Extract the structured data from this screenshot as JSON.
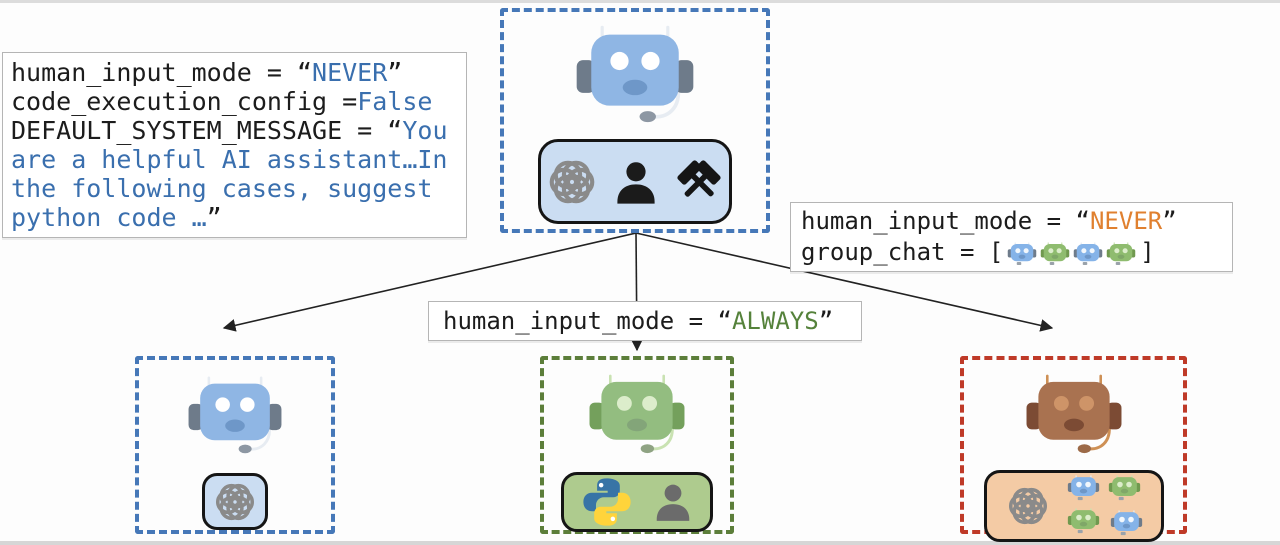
{
  "colors": {
    "code_text": "#1C1C1C",
    "code_blue": "#3A6FAE",
    "code_orange": "#E0802F",
    "code_green": "#55823B",
    "border_blue": "#4678B8",
    "border_green": "#5C7E3A",
    "border_red": "#BF3A28",
    "panel_blue": "#CBDDF2",
    "panel_green": "#AECB8E",
    "panel_peach": "#F4CBA5",
    "codebox_border": "#B5B5B5",
    "arrow": "#222222",
    "robots": {
      "blue": {
        "face": "#8FB6E4",
        "ear": "#6E7B8A",
        "eye": "#FFFFFF",
        "mouth": "#6E97C8",
        "band": "#E7ECF2",
        "mic": "#8D97A3"
      },
      "green": {
        "face": "#93BD80",
        "ear": "#74A05C",
        "eye": "#DCEDCB",
        "mouth": "#83A579",
        "band": "#C9E2B2",
        "mic": "#8FA383"
      },
      "brown": {
        "face": "#A97250",
        "ear": "#7C4B34",
        "eye": "#CE9468",
        "mouth": "#7C4B34",
        "band": "#CE9055",
        "mic": "#9C6A48"
      },
      "mini_blue": {
        "face": "#85B3E8",
        "ear": "#6E7B8A",
        "eye": "#F2F7FC",
        "mouth": "#6E97C8",
        "band": "#E7ECF2",
        "mic": "#9AA2AA"
      },
      "mini_green": {
        "face": "#8FBC6F",
        "ear": "#70994F",
        "eye": "#DCEDCB",
        "mouth": "#7FA768",
        "band": "#C9E2B2",
        "mic": "#9AA2AA"
      }
    }
  },
  "icons": {
    "openai_gray": "#8A8A8A",
    "person_black": "#1B1B1B",
    "person_gray": "#6B6B6B",
    "hammers_black": "#151515",
    "python_blue": "#3874A6",
    "python_yellow": "#FFD43B"
  },
  "left_config": {
    "lines": [
      [
        {
          "t": "human_input_mode = “"
        },
        {
          "t": "NEVER",
          "c": "blue"
        },
        {
          "t": "”"
        }
      ],
      [
        {
          "t": "code_execution_config = "
        },
        {
          "t": "False",
          "c": "blue"
        }
      ],
      [
        {
          "t": "DEFAULT_SYSTEM_MESSAGE = “"
        },
        {
          "t": "You",
          "c": "blue"
        }
      ],
      [
        {
          "t": "are a helpful AI assistant…In",
          "c": "blue"
        }
      ],
      [
        {
          "t": "the following cases, suggest",
          "c": "blue"
        }
      ],
      [
        {
          "t": "python code …",
          "c": "blue"
        },
        {
          "t": "”"
        }
      ]
    ]
  },
  "right_config": {
    "line1": [
      {
        "t": "human_input_mode = “"
      },
      {
        "t": "NEVER",
        "c": "orange"
      },
      {
        "t": "”"
      }
    ],
    "line2_pre": "group_chat = [",
    "line2_post": "]",
    "group_robots": [
      "mini_blue",
      "mini_green",
      "mini_blue",
      "mini_green"
    ]
  },
  "center_label": [
    {
      "t": "human_input_mode = “"
    },
    {
      "t": "ALWAYS",
      "c": "green"
    },
    {
      "t": "”"
    }
  ],
  "top_agent": {
    "robot": "blue",
    "panel_icons": [
      "openai-logo",
      "human-user",
      "crossed-hammers-tools"
    ]
  },
  "bottom_left_agent": {
    "robot": "blue",
    "panel_icons": [
      "openai-logo"
    ]
  },
  "bottom_middle_agent": {
    "robot": "green",
    "panel_icons": [
      "python-logo",
      "human-user"
    ]
  },
  "bottom_right_agent": {
    "robot": "brown",
    "panel_icons": [
      "openai-logo"
    ],
    "panel_robots": [
      "mini_blue",
      "mini_green",
      "mini_green",
      "mini_blue"
    ]
  }
}
